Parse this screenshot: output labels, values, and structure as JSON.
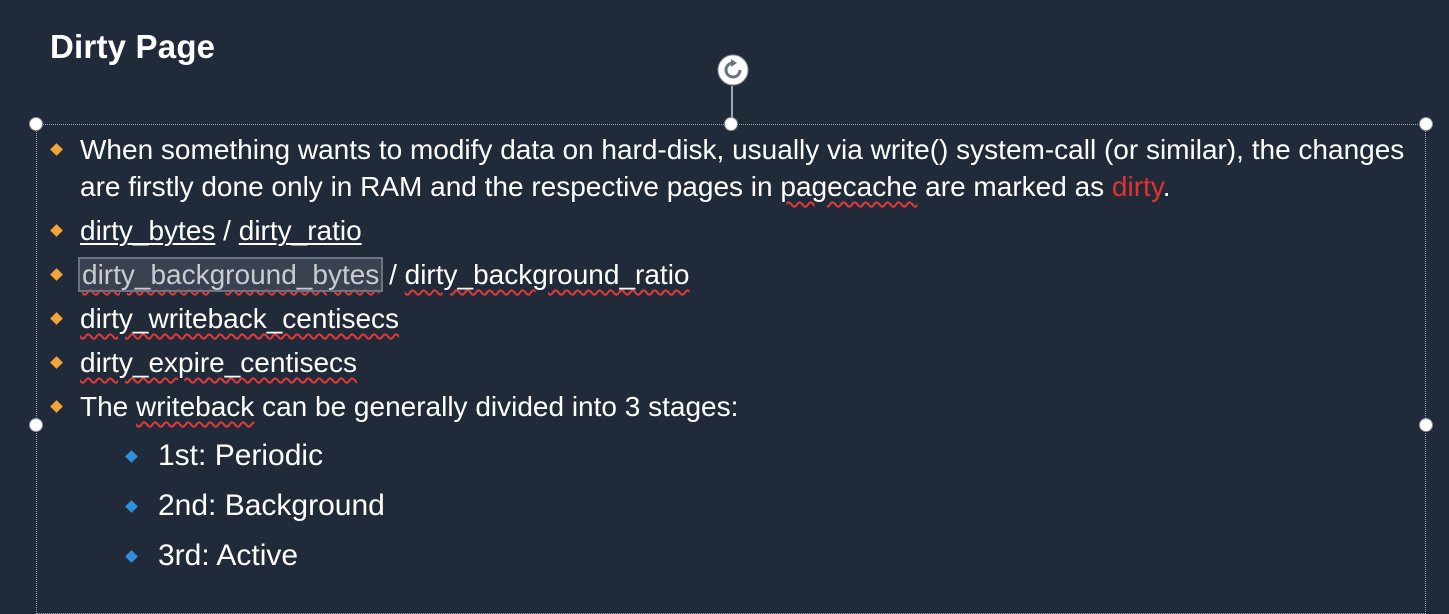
{
  "slide": {
    "title": "Dirty Page",
    "bullets": [
      {
        "text_before": "When something wants to modify data on hard-disk, usually via write() system-call (or similar), the changes are firstly done only in RAM and the respective pages in ",
        "link": "pagecache",
        "text_after": " are marked as ",
        "highlight": "dirty",
        "end": "."
      },
      {
        "left": "dirty_bytes",
        "sep": " / ",
        "right": "dirty_ratio"
      },
      {
        "left": "dirty_background_bytes",
        "sep": " / ",
        "right": "dirty_background_ratio"
      },
      {
        "text": "dirty_writeback_centisecs"
      },
      {
        "text": "dirty_expire_centisecs"
      },
      {
        "text_before": "The ",
        "link": "writeback",
        "text_after": " can be generally divided into 3 stages:"
      }
    ],
    "sub_bullets": [
      "1st: Periodic",
      "2nd: Background",
      "3rd: Active"
    ]
  },
  "colors": {
    "background": "#212a38",
    "bullet_orange": "#f2a33a",
    "bullet_blue": "#2f8fdb",
    "highlight_red": "#e0332f"
  },
  "icons": {
    "rotate": "rotate-handle-icon",
    "resize": "resize-handle-icon"
  }
}
